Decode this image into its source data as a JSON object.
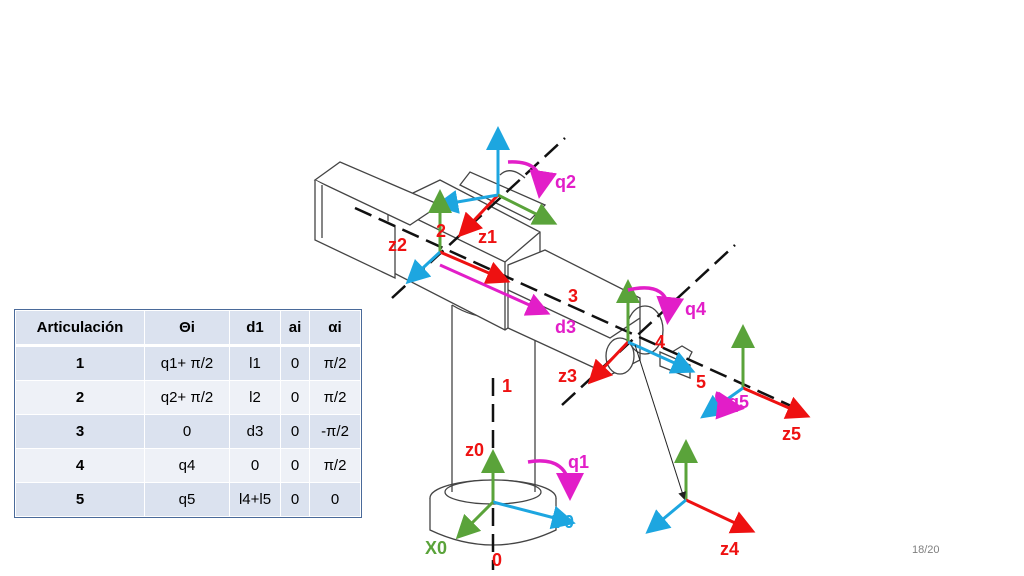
{
  "table": {
    "headers": [
      "Articulación",
      "Θi",
      "d1",
      "ai",
      "αi"
    ],
    "rows": [
      [
        "1",
        "q1+ π/2",
        "l1",
        "0",
        "π/2"
      ],
      [
        "2",
        "q2+ π/2",
        "l2",
        "0",
        "π/2"
      ],
      [
        "3",
        "0",
        "d3",
        "0",
        "-π/2"
      ],
      [
        "4",
        "q4",
        "0",
        "0",
        "π/2"
      ],
      [
        "5",
        "q5",
        "l4+l5",
        "0",
        "0"
      ]
    ]
  },
  "labels": {
    "q2": "q2",
    "z1": "z1",
    "z2": "z2",
    "n2": "2",
    "n3": "3",
    "d3": "d3",
    "q4": "q4",
    "n4": "4",
    "z3": "z3",
    "n5": "5",
    "q5": "q5",
    "z5": "z5",
    "n1": "1",
    "z0": "z0",
    "q1": "q1",
    "y0": "Y0",
    "x0": "X0",
    "n0": "0",
    "z4": "z4"
  },
  "page_number": "18/20",
  "colors": {
    "red": "#ee1111",
    "green": "#5aa33a",
    "blue": "#1da6e0",
    "magenta": "#e21ec8",
    "table_header": "#dbe2ef",
    "table_alt": "#eef1f7"
  }
}
